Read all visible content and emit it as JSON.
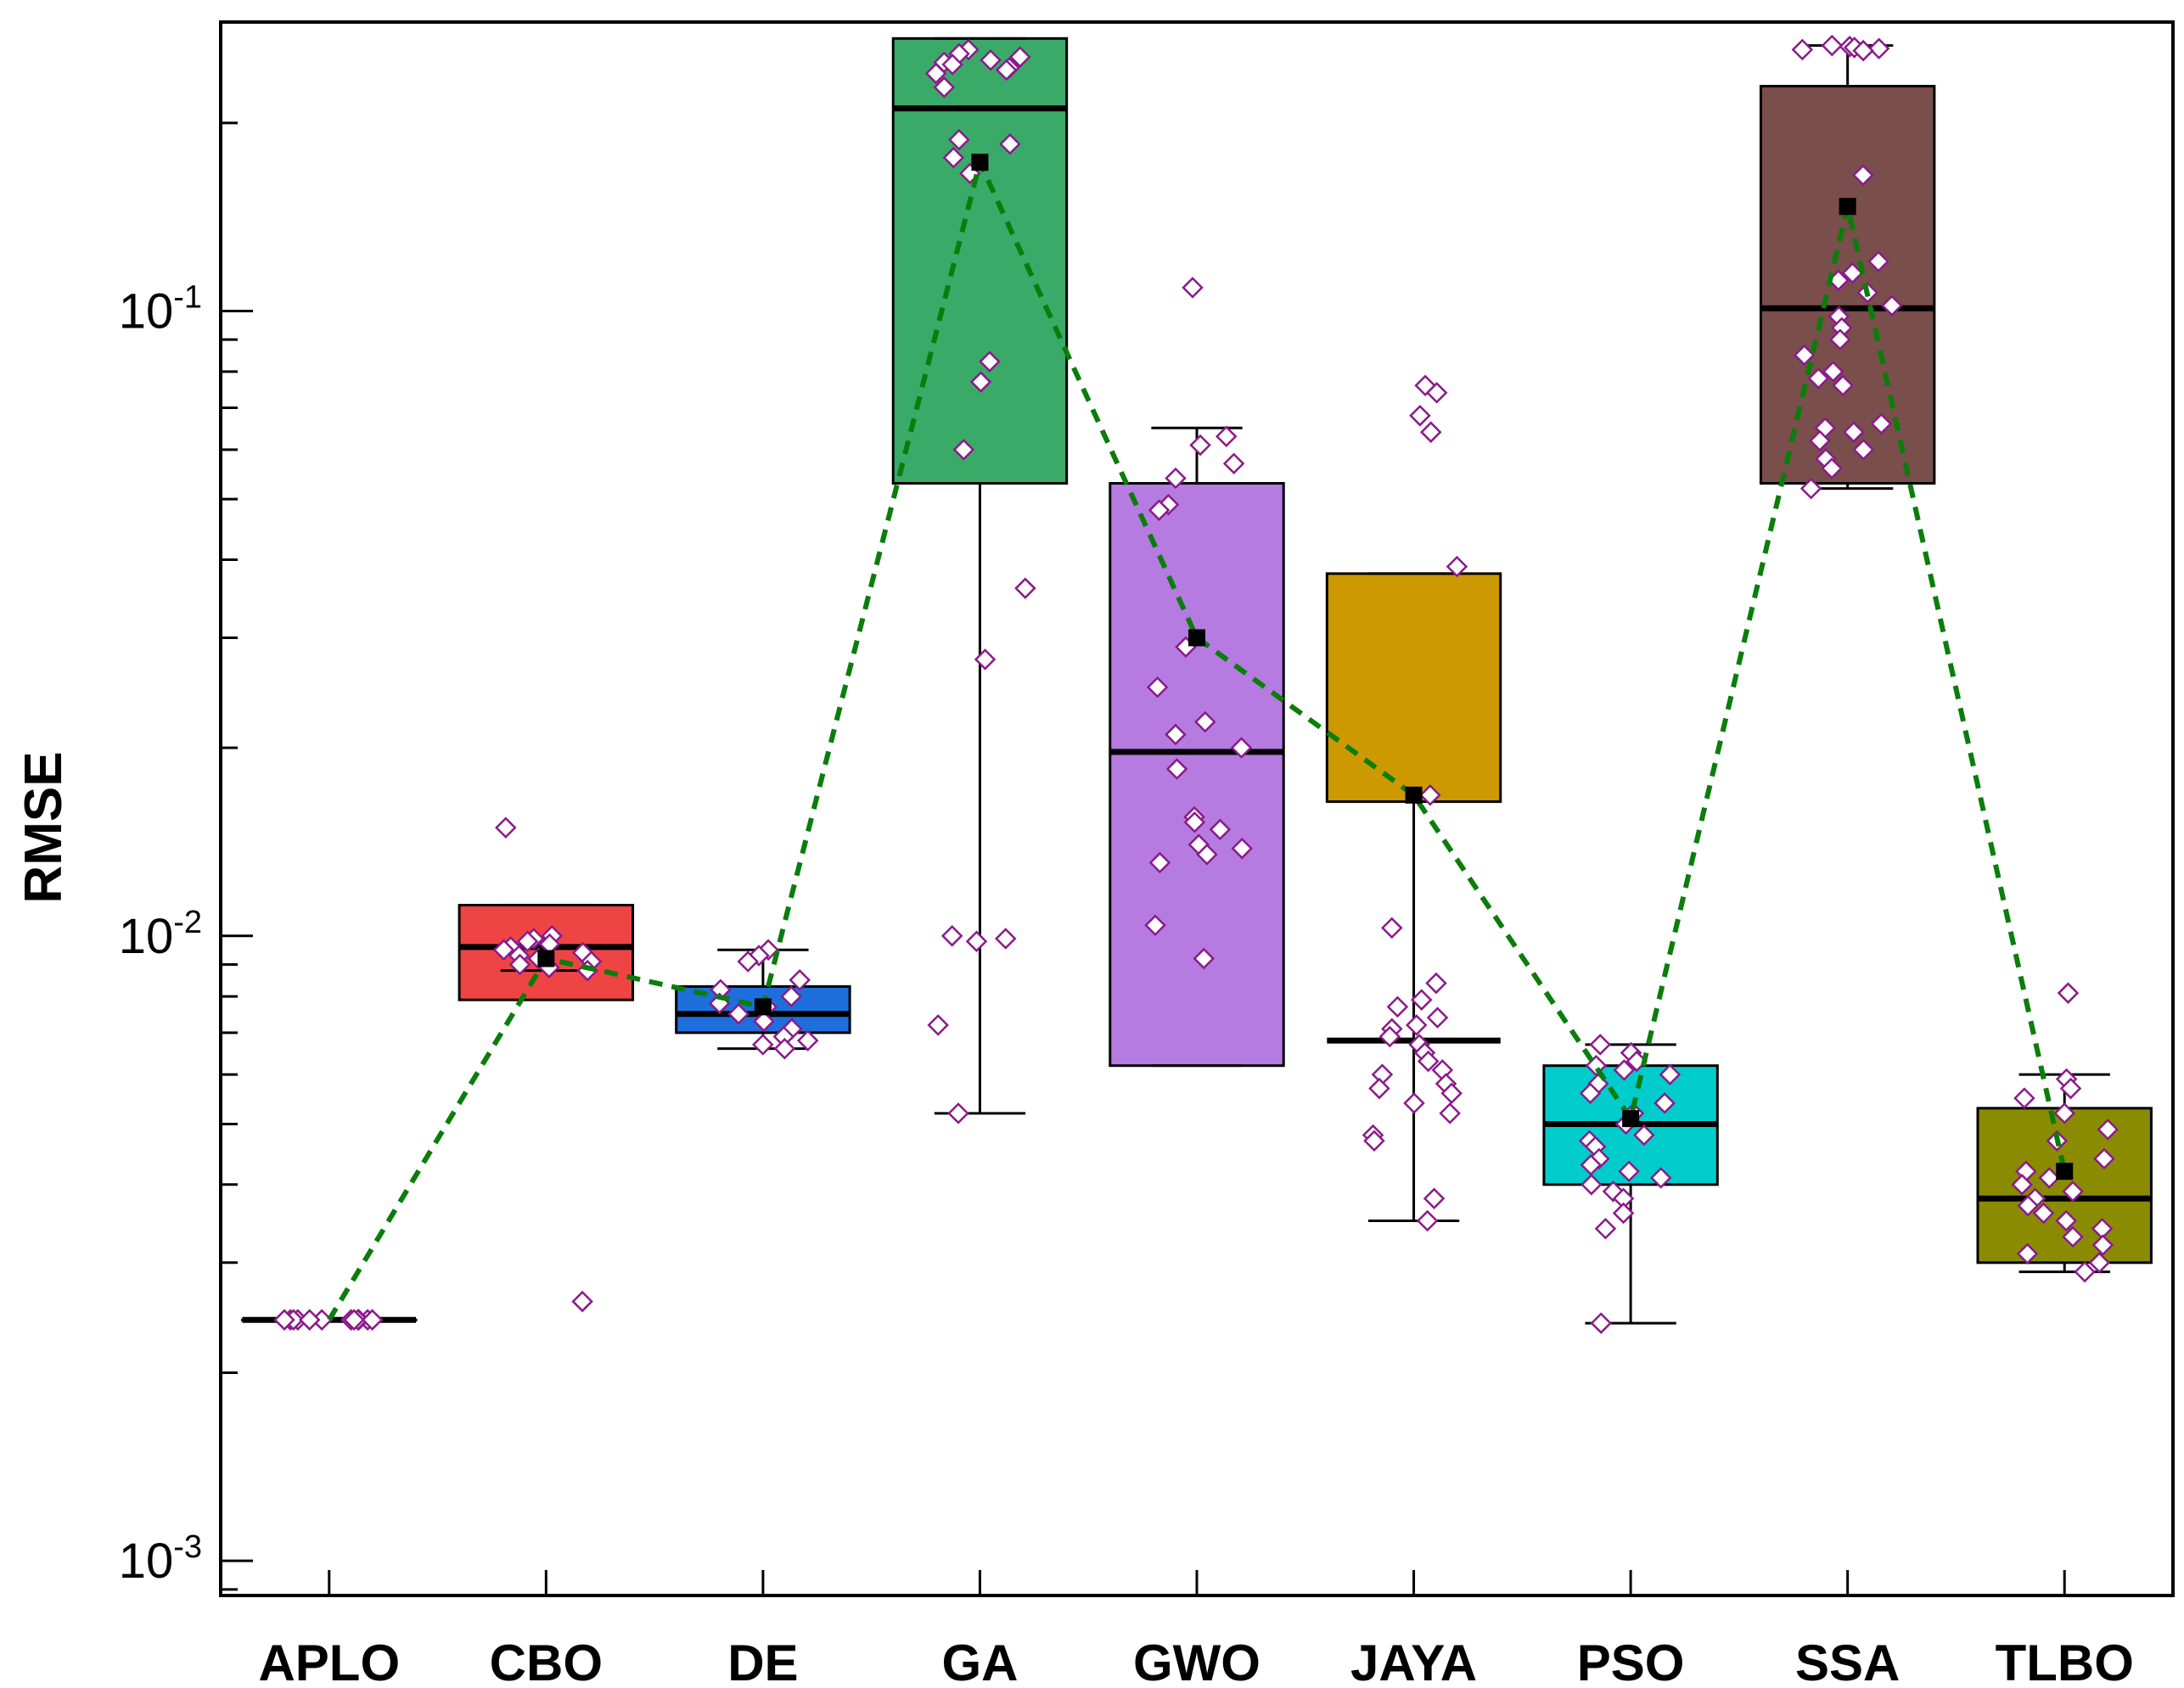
{
  "chart_data": {
    "type": "box",
    "ylabel": "RMSE",
    "xlabel": "",
    "yscale": "log",
    "ylim": [
      0.00088,
      0.29
    ],
    "y_ticks": [
      {
        "value": 0.001,
        "base": "10",
        "exp": "-3"
      },
      {
        "value": 0.01,
        "base": "10",
        "exp": "-2"
      },
      {
        "value": 0.1,
        "base": "10",
        "exp": "-1"
      }
    ],
    "mean_line_color": "#0a7d0a",
    "point_color": "#8b1a8b",
    "categories": [
      "APLO",
      "CBO",
      "DE",
      "GA",
      "GWO",
      "JAYA",
      "PSO",
      "SSA",
      "TLBO"
    ],
    "boxes": [
      {
        "name": "APLO",
        "color": "#ffffff",
        "q1": 0.00243,
        "median": 0.00243,
        "q3": 0.00243,
        "whisker_low": 0.00243,
        "whisker_high": 0.00243,
        "mean": 0.00243,
        "points": [
          0.00243,
          0.00243,
          0.00243,
          0.00243,
          0.00243,
          0.00243,
          0.00243,
          0.00243,
          0.00243,
          0.00243,
          0.00243,
          0.00243
        ]
      },
      {
        "name": "CBO",
        "color": "#ef4444",
        "q1": 0.0079,
        "median": 0.0096,
        "q3": 0.0112,
        "whisker_low": 0.0088,
        "whisker_high": 0.0112,
        "mean": 0.0092,
        "points": [
          0.0149,
          0.01,
          0.0099,
          0.0098,
          0.0097,
          0.0096,
          0.0095,
          0.0094,
          0.0093,
          0.0092,
          0.0091,
          0.009,
          0.0089,
          0.0088,
          0.0026
        ]
      },
      {
        "name": "DE",
        "color": "#1e6fdc",
        "q1": 0.007,
        "median": 0.0075,
        "q3": 0.0083,
        "whisker_low": 0.0066,
        "whisker_high": 0.0095,
        "mean": 0.0077,
        "points": [
          0.0095,
          0.0093,
          0.0091,
          0.0085,
          0.0082,
          0.008,
          0.0078,
          0.0077,
          0.0075,
          0.0073,
          0.0071,
          0.0069,
          0.0068,
          0.0067,
          0.0066
        ]
      },
      {
        "name": "GA",
        "color": "#3aaa69",
        "q1": 0.053,
        "median": 0.211,
        "q3": 0.273,
        "whisker_low": 0.0052,
        "whisker_high": 0.273,
        "mean": 0.173,
        "points": [
          0.262,
          0.258,
          0.255,
          0.252,
          0.25,
          0.248,
          0.245,
          0.243,
          0.24,
          0.228,
          0.188,
          0.185,
          0.176,
          0.166,
          0.083,
          0.077,
          0.06,
          0.036,
          0.0277,
          0.01,
          0.0099,
          0.0098,
          0.0072,
          0.0052
        ]
      },
      {
        "name": "GWO",
        "color": "#b57be0",
        "q1": 0.0062,
        "median": 0.0197,
        "q3": 0.053,
        "whisker_low": 0.0062,
        "whisker_high": 0.065,
        "mean": 0.03,
        "points": [
          0.109,
          0.063,
          0.061,
          0.057,
          0.054,
          0.049,
          0.048,
          0.029,
          0.025,
          0.022,
          0.021,
          0.02,
          0.0185,
          0.0155,
          0.0152,
          0.0148,
          0.014,
          0.0138,
          0.0135,
          0.0131,
          0.0104,
          0.0092
        ]
      },
      {
        "name": "JAYA",
        "color": "#cc9900",
        "q1": 0.0164,
        "median": 0.0068,
        "q3": 0.038,
        "whisker_low": 0.0035,
        "whisker_high": 0.038,
        "mean": 0.0168,
        "points": [
          0.076,
          0.074,
          0.068,
          0.064,
          0.039,
          0.0168,
          0.0103,
          0.0084,
          0.0079,
          0.0077,
          0.0074,
          0.0072,
          0.0071,
          0.0069,
          0.0067,
          0.0065,
          0.0063,
          0.0061,
          0.006,
          0.0058,
          0.0057,
          0.0056,
          0.0054,
          0.0052,
          0.0048,
          0.0047,
          0.0038,
          0.0035
        ]
      },
      {
        "name": "PSO",
        "color": "#00cccc",
        "q1": 0.004,
        "median": 0.005,
        "q3": 0.0062,
        "whisker_low": 0.0024,
        "whisker_high": 0.0067,
        "mean": 0.0051,
        "points": [
          0.0067,
          0.0065,
          0.0063,
          0.0062,
          0.0061,
          0.006,
          0.0058,
          0.0056,
          0.0054,
          0.0052,
          0.005,
          0.0048,
          0.0047,
          0.0046,
          0.0044,
          0.0043,
          0.0042,
          0.0041,
          0.004,
          0.0039,
          0.0038,
          0.0036,
          0.0034,
          0.0024
        ]
      },
      {
        "name": "SSA",
        "color": "#7a4e4b",
        "q1": 0.053,
        "median": 0.101,
        "q3": 0.229,
        "whisker_low": 0.052,
        "whisker_high": 0.266,
        "mean": 0.147,
        "points": [
          0.266,
          0.265,
          0.264,
          0.263,
          0.262,
          0.261,
          0.165,
          0.12,
          0.115,
          0.112,
          0.107,
          0.102,
          0.098,
          0.094,
          0.09,
          0.085,
          0.08,
          0.078,
          0.076,
          0.066,
          0.065,
          0.064,
          0.062,
          0.06,
          0.058,
          0.056,
          0.052
        ]
      },
      {
        "name": "TLBO",
        "color": "#8b8b00",
        "q1": 0.003,
        "median": 0.0038,
        "q3": 0.0053,
        "whisker_low": 0.0029,
        "whisker_high": 0.006,
        "mean": 0.0042,
        "points": [
          0.0081,
          0.0059,
          0.0057,
          0.0055,
          0.0052,
          0.0049,
          0.0047,
          0.0044,
          0.0042,
          0.0041,
          0.004,
          0.0039,
          0.0038,
          0.0037,
          0.0036,
          0.0035,
          0.0034,
          0.0033,
          0.0032,
          0.0031,
          0.003,
          0.0029
        ]
      }
    ]
  }
}
